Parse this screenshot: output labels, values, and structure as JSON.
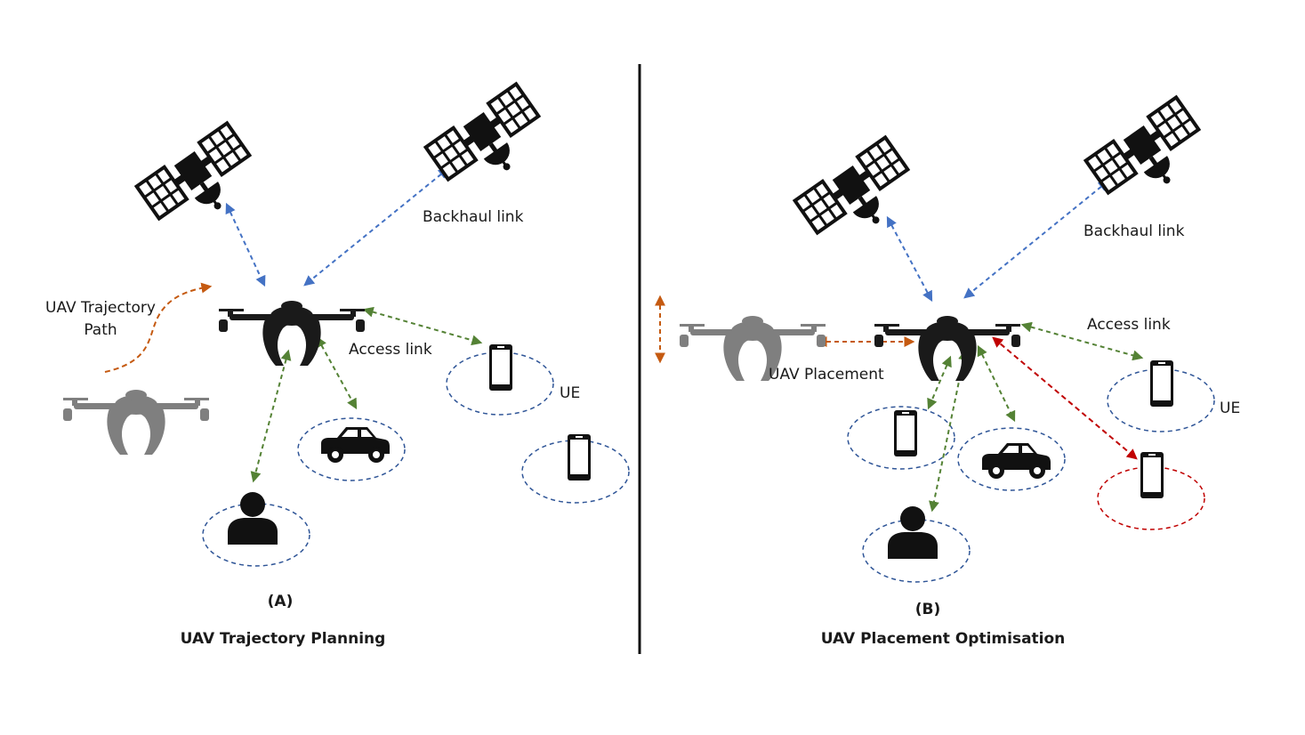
{
  "panel_a": {
    "labels": {
      "trajectory_line1": "UAV Trajectory",
      "trajectory_line2": "Path",
      "backhaul": "Backhaul link",
      "access": "Access link",
      "ue": "UE"
    },
    "caption_letter": "(A)",
    "caption_title": "UAV Trajectory Planning"
  },
  "panel_b": {
    "labels": {
      "placement": "UAV Placement",
      "backhaul": "Backhaul link",
      "access": "Access link",
      "ue": "UE"
    },
    "caption_letter": "(B)",
    "caption_title": "UAV Placement Optimisation"
  },
  "colors": {
    "backhaul_link": "#4472c4",
    "access_link": "#548235",
    "uav_movement": "#c55a11",
    "lost_link": "#c00000",
    "coverage_ring": "#2f5597",
    "lost_ring": "#c00000",
    "uav_active": "#1a1a1a",
    "uav_ghost": "#7f7f7f",
    "divider": "#111111"
  },
  "icons": {
    "satellite": "satellite-icon",
    "uav": "drone-icon",
    "phone": "smartphone-icon",
    "car": "car-icon",
    "person": "person-icon"
  }
}
